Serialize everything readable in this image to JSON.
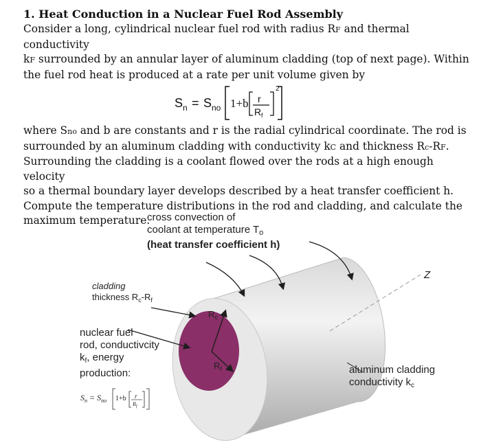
{
  "title": "1. Heat Conduction in a Nuclear Fuel Rod Assembly",
  "para1": [
    "Consider a long, cylindrical nuclear fuel rod with radius R",
    "and thermal conductivity",
    "surrounded by an annular layer of aluminum cladding (top of next page). Within",
    "the fuel rod heat is produced at a rate per unit volume given by"
  ],
  "sub_F": "F",
  "k": "k",
  "equation": {
    "lhs": "S",
    "lhs_sub": "n",
    "eq": "=",
    "s_no": "S",
    "s_no_sub": "no",
    "one_plus_b": "1+b",
    "r": "r",
    "R": "R",
    "R_sub": "f",
    "power": "2"
  },
  "para2": [
    "where S",
    "and b are constants and r is the radial cylindrical coordinate. The rod is",
    "surrounded by an aluminum cladding with conductivity k",
    "and thickness R",
    "-R",
    ".",
    "Surrounding the cladding is a coolant flowed over the rods at a high enough velocity",
    "so a thermal boundary layer develops described by a heat transfer coefficient h.",
    "Compute the temperature distributions in the rod and cladding, and calculate the",
    "maximum temperature."
  ],
  "sub_no": "no",
  "sub_C": "C",
  "sub_c": "c",
  "figure": {
    "convection_line1": "cross convection of",
    "convection_line2": "coolant at temperature T",
    "convection_sub": "o",
    "convection_line3": "(heat transfer coefficient h)",
    "cladding_line1": "cladding",
    "cladding_line2": "thickness R",
    "cladding_sub_c": "c",
    "cladding_sub_f": "f",
    "fuel_line1": "nuclear fuel",
    "fuel_line2": "rod, conductivcity",
    "fuel_line3": "k",
    "fuel_sub": "f",
    "fuel_line3b": ", energy",
    "fuel_line4": "production:",
    "al_line1": "aluminum cladding",
    "al_line2": "conductivity k",
    "al_sub": "c",
    "z_label": "Z",
    "rc_label": "R",
    "rc_sub": "c",
    "rf_label": "R",
    "rf_sub": "f",
    "colors": {
      "fuel": "#8a2f67",
      "cladding_face": "#e6e6e6",
      "cylinder_body": "#cfcfcf",
      "arrow": "#1e1e1e"
    }
  }
}
